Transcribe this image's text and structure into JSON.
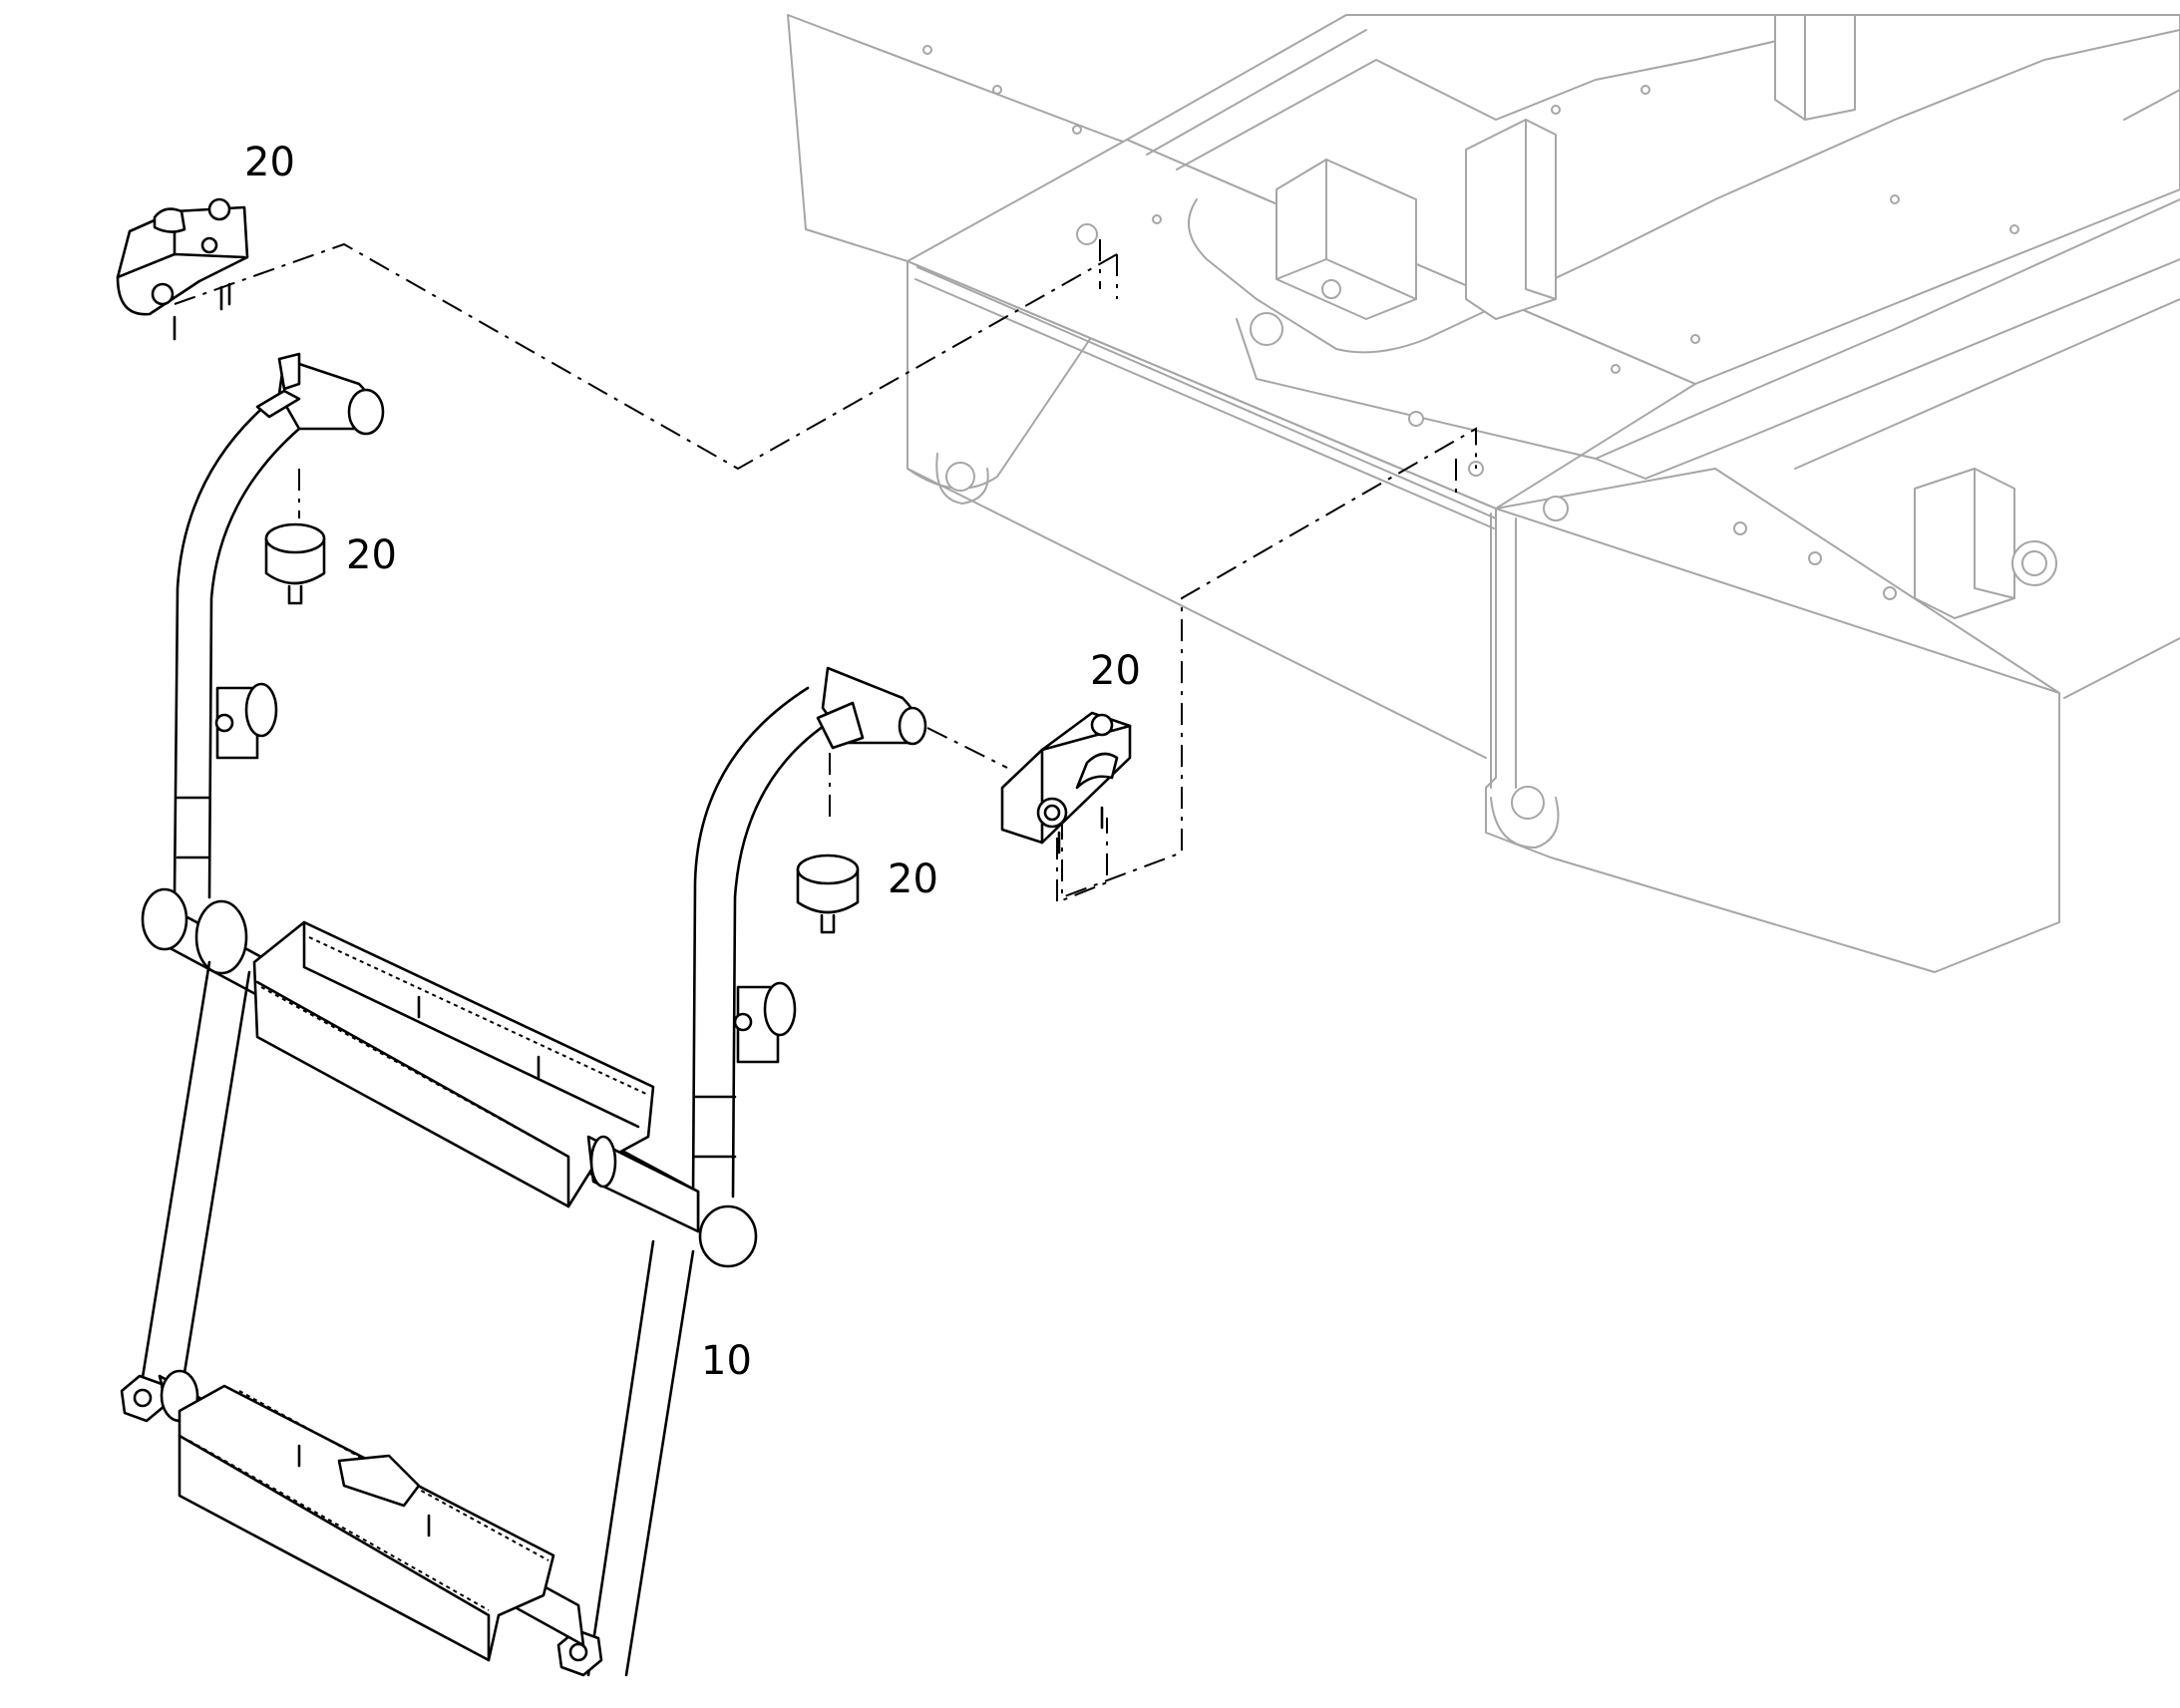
{
  "colors": {
    "background": "#ffffff",
    "part_line": "#000000",
    "frame_line": "#a6a6a6"
  },
  "callouts": [
    {
      "id": "upper-left-bracket",
      "text": "20"
    },
    {
      "id": "upper-left-damper",
      "text": "20"
    },
    {
      "id": "right-bracket",
      "text": "20"
    },
    {
      "id": "right-damper",
      "text": "20"
    },
    {
      "id": "ladder",
      "text": "10"
    }
  ]
}
